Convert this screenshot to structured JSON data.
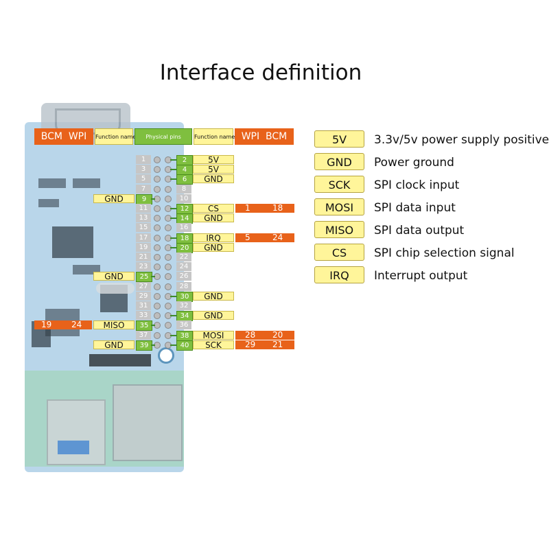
{
  "title": "Interface definition",
  "header_labels": {
    "left_bcm": "BCM",
    "left_wpi": "WPI",
    "function_name_left": "Function name",
    "physical_pins": "Physical pins",
    "function_name_right": "Function name",
    "right_wpi": "WPI",
    "right_bcm": "BCM"
  },
  "odd_pins": [
    "1",
    "3",
    "5",
    "7",
    "9",
    "11",
    "13",
    "15",
    "17",
    "19",
    "21",
    "23",
    "25",
    "27",
    "29",
    "31",
    "33",
    "35",
    "37",
    "39"
  ],
  "even_pins": [
    "2",
    "4",
    "6",
    "8",
    "10",
    "12",
    "14",
    "16",
    "18",
    "20",
    "22",
    "24",
    "26",
    "28",
    "30",
    "32",
    "34",
    "36",
    "38",
    "40"
  ],
  "left_connections": [
    {
      "pin": "9",
      "function": "GND",
      "wpi": "",
      "bcm": ""
    },
    {
      "pin": "25",
      "function": "GND",
      "wpi": "",
      "bcm": ""
    },
    {
      "pin": "35",
      "function": "MISO",
      "wpi": "24",
      "bcm": "19"
    },
    {
      "pin": "39",
      "function": "GND",
      "wpi": "",
      "bcm": ""
    }
  ],
  "right_connections": [
    {
      "pin": "2",
      "function": "5V",
      "wpi": "",
      "bcm": ""
    },
    {
      "pin": "4",
      "function": "5V",
      "wpi": "",
      "bcm": ""
    },
    {
      "pin": "6",
      "function": "GND",
      "wpi": "",
      "bcm": ""
    },
    {
      "pin": "12",
      "function": "CS",
      "wpi": "1",
      "bcm": "18"
    },
    {
      "pin": "14",
      "function": "GND",
      "wpi": "",
      "bcm": ""
    },
    {
      "pin": "18",
      "function": "IRQ",
      "wpi": "5",
      "bcm": "24"
    },
    {
      "pin": "20",
      "function": "GND",
      "wpi": "",
      "bcm": ""
    },
    {
      "pin": "30",
      "function": "GND",
      "wpi": "",
      "bcm": ""
    },
    {
      "pin": "34",
      "function": "GND",
      "wpi": "",
      "bcm": ""
    },
    {
      "pin": "38",
      "function": "MOSI",
      "wpi": "28",
      "bcm": "20"
    },
    {
      "pin": "40",
      "function": "SCK",
      "wpi": "29",
      "bcm": "21"
    }
  ],
  "legend": [
    {
      "label": "5V",
      "description": "3.3v/5v power supply positive"
    },
    {
      "label": "GND",
      "description": "Power ground"
    },
    {
      "label": "SCK",
      "description": "SPI clock input"
    },
    {
      "label": "MOSI",
      "description": "SPI data input"
    },
    {
      "label": "MISO",
      "description": "SPI data output"
    },
    {
      "label": "CS",
      "description": "SPI chip selection signal"
    },
    {
      "label": "IRQ",
      "description": "Interrupt output"
    }
  ],
  "colors": {
    "function_label": "#fff59a",
    "gpio_number": "#e8621a",
    "connected_pin": "#7fbf3f",
    "unconnected_pin": "#c6c6c6"
  }
}
